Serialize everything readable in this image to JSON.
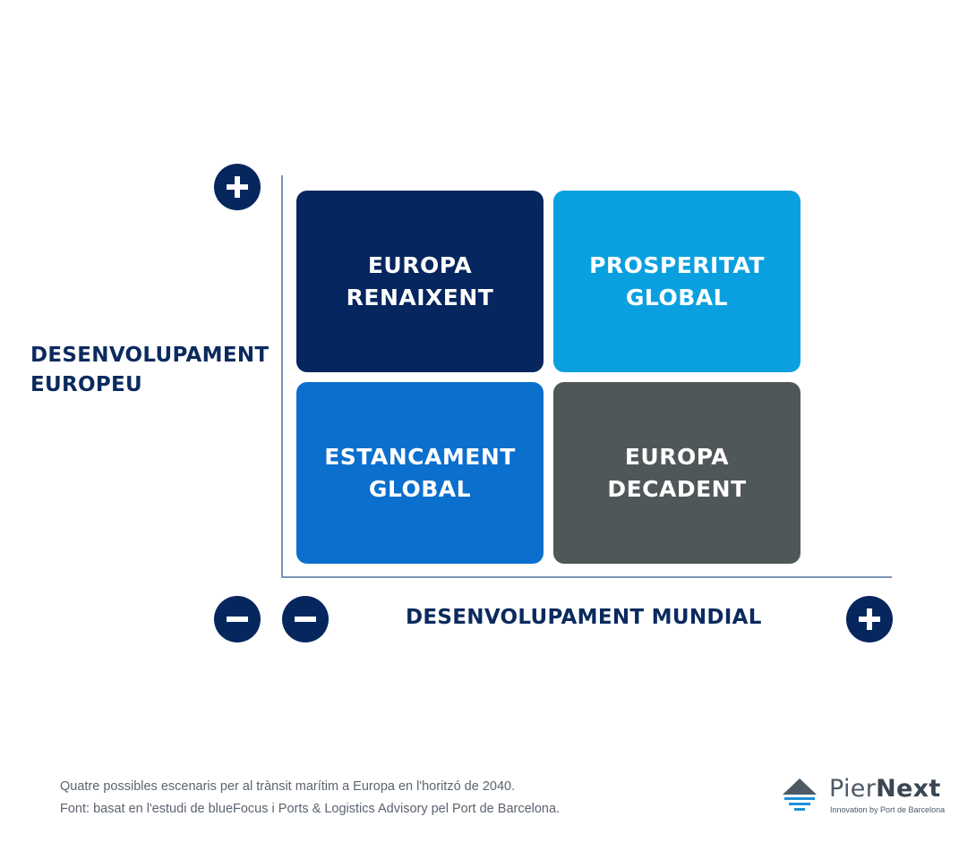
{
  "colors": {
    "navy": "#06275e",
    "europa_renaixent": "#06265f",
    "prosperitat_global": "#0aa0e0",
    "estancament_global": "#0b6fce",
    "europa_decadent": "#505759"
  },
  "quadrants": {
    "top_left": "EUROPA\nRENAIXENT",
    "top_right": "PROSPERITAT\nGLOBAL",
    "bottom_left": "ESTANCAMENT\nGLOBAL",
    "bottom_right": "EUROPA\nDECADENT"
  },
  "axes": {
    "y_label": "DESENVOLUPAMENT\nEUROPEU",
    "x_label": "DESENVOLUPAMENT MUNDIAL",
    "y_top_icon": "plus-icon",
    "y_bottom_icon": "minus-icon",
    "x_left_icon": "minus-icon",
    "x_right_icon": "plus-icon"
  },
  "caption": {
    "line1": "Quatre possibles escenaris per al trànsit marítim a Europa en l'horitzó de 2040.",
    "line2": "Font: basat en l'estudi de blueFocus i Ports & Logistics Advisory pel Port de Barcelona."
  },
  "logo": {
    "name_a": "Pier",
    "name_b": "Next",
    "tagline": "Innovation by Port de Barcelona",
    "icon": "pier-logo-icon"
  }
}
